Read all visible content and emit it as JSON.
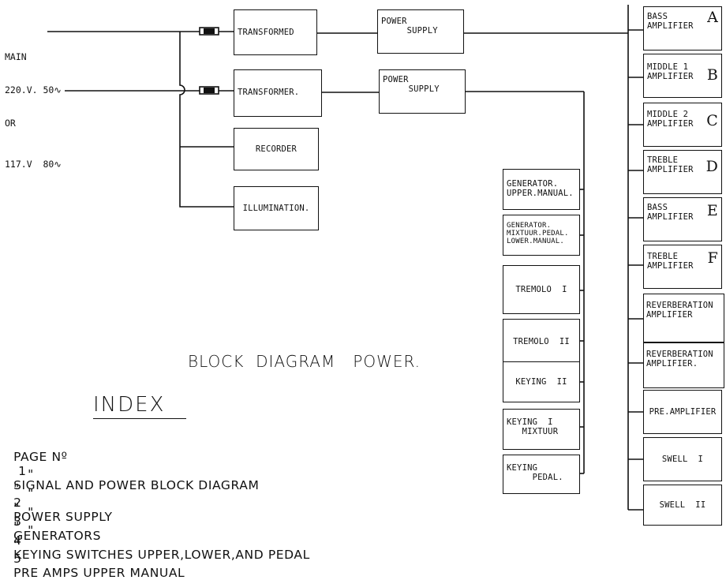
{
  "mains": {
    "line1": "MAIN",
    "line2": "220.V. 50∿",
    "line3": "OR",
    "line4": "117.V  80∿"
  },
  "power_chain": {
    "transformer_1": "TRANSFORMED",
    "transformer_2": "TRANSFORMER.",
    "power_supply_1": "POWER\n     SUPPLY",
    "power_supply_2": "POWER\n     SUPPLY",
    "recorder": "RECORDER",
    "illumination": "ILLUMINATION."
  },
  "amplifiers": [
    {
      "label": "BASS\nAMPLIFIER",
      "letter": "A"
    },
    {
      "label": "MIDDLE 1\nAMPLIFIER",
      "letter": "B"
    },
    {
      "label": "MIDDLE 2\nAMPLIFIER",
      "letter": "C"
    },
    {
      "label": "TREBLE\nAMPLIFIER",
      "letter": "D"
    },
    {
      "label": "BASS\nAMPLIFIER",
      "letter": "E"
    },
    {
      "label": "TREBLE\nAMPLIFIER",
      "letter": "F"
    },
    {
      "label": "REVERBERATION\nAMPLIFIER",
      "letter": ""
    },
    {
      "label": "REVERBERATION\nAMPLIFIER.",
      "letter": ""
    },
    {
      "label": "PRE.AMPLIFIER",
      "letter": ""
    },
    {
      "label": "SWELL  I",
      "letter": ""
    },
    {
      "label": "SWELL  II",
      "letter": ""
    }
  ],
  "modules": [
    {
      "label": "GENERATOR.\nUPPER.MANUAL."
    },
    {
      "label": "GENERATOR.\nMIXTUUR.PEDAL.\nLOWER.MANUAL."
    },
    {
      "label": "TREMOLO  I"
    },
    {
      "label": "TREMOLO  II"
    },
    {
      "label": "KEYING  II"
    },
    {
      "label": "KEYING  I\n   MIXTUUR"
    },
    {
      "label": "KEYING\n     PEDAL."
    }
  ],
  "diagram_title": "BLOCK  DIAGRAM   POWER.",
  "index": {
    "title": "INDEX",
    "entries": [
      {
        "prefix": "PAGE Nº",
        "num": "1",
        "text": "SIGNAL AND POWER BLOCK DIAGRAM"
      },
      {
        "prefix": "\"",
        "ditto": "\"",
        "num": "2",
        "text": "POWER SUPPLY"
      },
      {
        "prefix": "\"",
        "ditto": "\"",
        "num": "3",
        "text": "GENERATORS"
      },
      {
        "prefix": "\"",
        "ditto": "\"",
        "num": "4",
        "text": "KEYING SWITCHES UPPER,LOWER,AND PEDAL"
      },
      {
        "prefix": "\"",
        "ditto": "\"",
        "num": "5",
        "text": "PRE AMPS UPPER MANUAL"
      }
    ]
  }
}
